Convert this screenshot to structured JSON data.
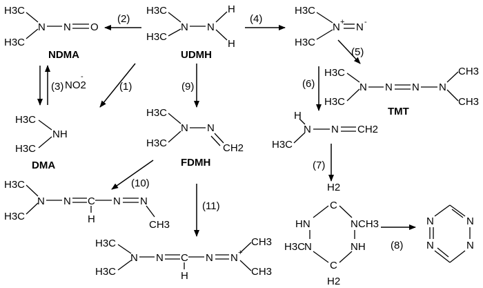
{
  "compounds": {
    "ndma": {
      "name": "NDMA",
      "atoms": [
        "H3C",
        "H3C",
        "N",
        "N",
        "O"
      ]
    },
    "udmh": {
      "name": "UDMH",
      "atoms": [
        "H3C",
        "H3C",
        "N",
        "N",
        "H",
        "H"
      ]
    },
    "dma": {
      "name": "DMA",
      "atoms": [
        "H3C",
        "H3C",
        "NH"
      ]
    },
    "fdmh": {
      "name": "FDMH",
      "atoms": [
        "H3C",
        "H3C",
        "N",
        "N",
        "CH2"
      ]
    },
    "diazonium": {
      "atoms": [
        "H3C",
        "H3C",
        "N",
        "+",
        "N",
        "-"
      ]
    },
    "tmt": {
      "name": "TMT",
      "atoms": [
        "H3C",
        "H3C",
        "N",
        "N",
        "N",
        "N",
        "CH3",
        "CH3"
      ]
    },
    "methylhydrazone": {
      "atoms": [
        "H",
        "H3C",
        "N",
        "N",
        "CH2"
      ]
    },
    "product10": {
      "atoms": [
        "H3C",
        "H3C",
        "N",
        "N",
        "C",
        "H",
        "N",
        "N",
        "CH3"
      ]
    },
    "product11": {
      "atoms": [
        "H3C",
        "H3C",
        "N",
        "N",
        "C",
        "H",
        "N",
        "N",
        "+",
        "CH3",
        "CH3"
      ]
    },
    "hexahydrotriazine": {
      "atoms": [
        "H2",
        "C",
        "HN",
        "N",
        "CH3",
        "H3C",
        "N",
        "NH",
        "C",
        "H2"
      ]
    },
    "tetrazine": {
      "atoms": [
        "N",
        "N",
        "N",
        "N"
      ]
    }
  },
  "reactions": {
    "r1": "(1)",
    "r2": "(2)",
    "r3": "(3)",
    "r3_reagent": "NO2",
    "r3_reagent_charge": "-",
    "r4": "(4)",
    "r5": "(5)",
    "r6": "(6)",
    "r7": "(7)",
    "r8": "(8)",
    "r9": "(9)",
    "r10": "(10)",
    "r11": "(11)"
  }
}
